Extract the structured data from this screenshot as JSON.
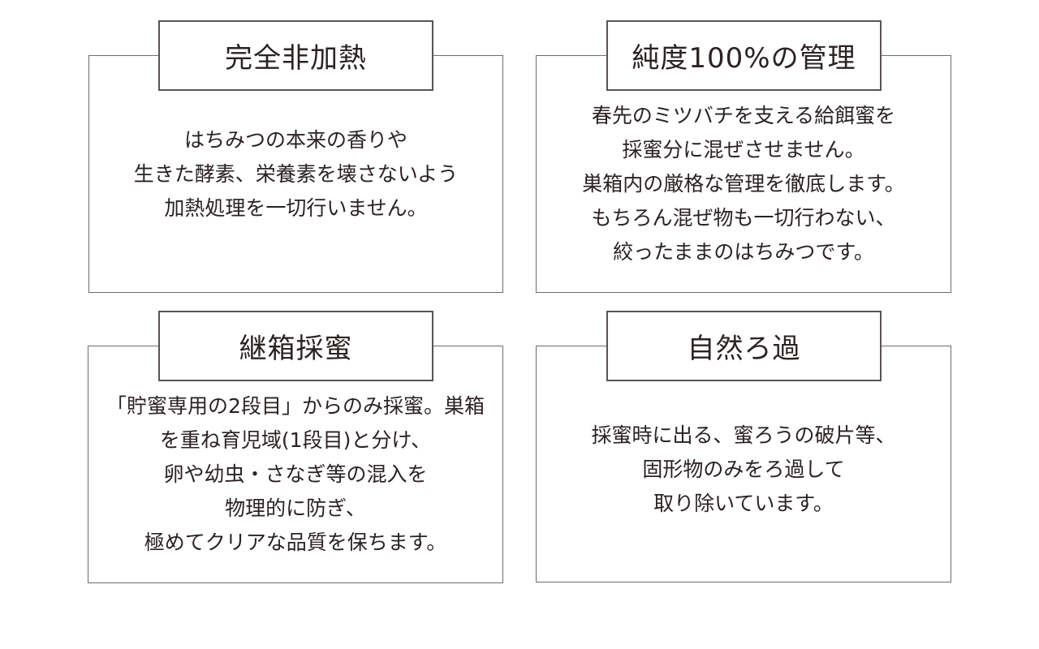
{
  "cards": [
    {
      "title": "完全非加熱",
      "lines": [
        "はちみつの本来の香りや",
        "生きた酵素、栄養素を壊さないよう",
        "加熱処理を一切行いません。"
      ]
    },
    {
      "title": "純度100%の管理",
      "lines": [
        "春先のミツバチを支える給餌蜜を",
        "採蜜分に混ぜさせません。",
        "巣箱内の厳格な管理を徹底します。",
        "もちろん混ぜ物も一切行わない、",
        "絞ったままのはちみつです。"
      ]
    },
    {
      "title": "継箱採蜜",
      "lines": [
        "「貯蜜専用の2段目」からのみ採蜜。巣箱",
        "を重ね育児域(1段目)と分け、",
        "卵や幼虫・さなぎ等の混入を",
        "物理的に防ぎ、",
        "極めてクリアな品質を保ちます。"
      ]
    },
    {
      "title": "自然ろ過",
      "lines": [
        "採蜜時に出る、蜜ろうの破片等、",
        "固形物のみをろ過して",
        "取り除いています。"
      ]
    }
  ]
}
